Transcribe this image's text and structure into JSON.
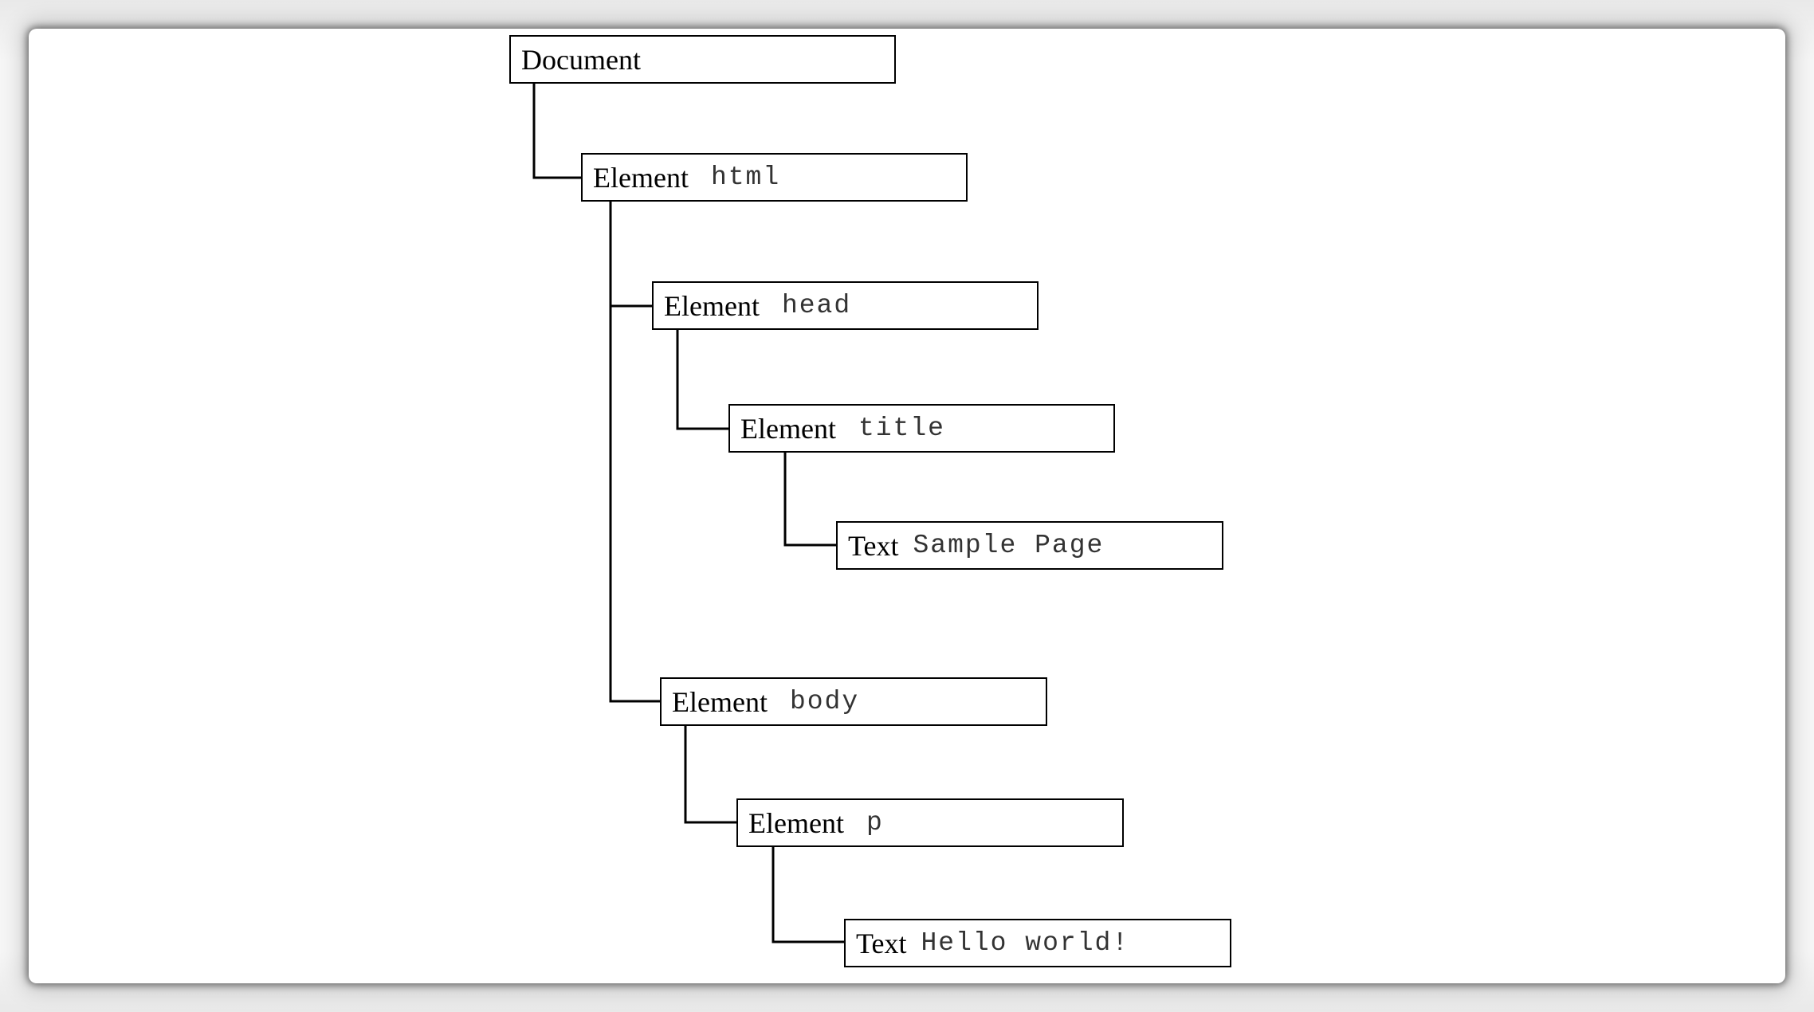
{
  "tree": {
    "document": {
      "type": "Document"
    },
    "html": {
      "type": "Element",
      "value": "html"
    },
    "head": {
      "type": "Element",
      "value": "head"
    },
    "title": {
      "type": "Element",
      "value": "title"
    },
    "title_text": {
      "type": "Text",
      "value": "Sample Page"
    },
    "body": {
      "type": "Element",
      "value": "body"
    },
    "p": {
      "type": "Element",
      "value": "p"
    },
    "p_text": {
      "type": "Text",
      "value": "Hello world!"
    }
  }
}
